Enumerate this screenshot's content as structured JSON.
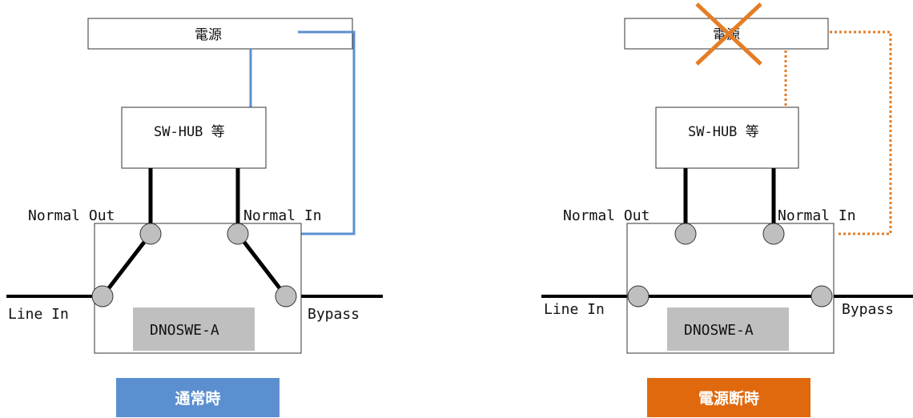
{
  "left": {
    "power_label": "電源",
    "hub_label": "SW-HUB 等",
    "normal_out": "Normal Out",
    "normal_in": "Normal In",
    "line_in": "Line In",
    "bypass": "Bypass",
    "device_label": "DNOSWE-A",
    "state_label": "通常時",
    "state_color": "#5b8fd0",
    "power_line_color": "#5b8fd0"
  },
  "right": {
    "power_label": "電源",
    "hub_label": "SW-HUB 等",
    "normal_out": "Normal Out",
    "normal_in": "Normal In",
    "line_in": "Line In",
    "bypass": "Bypass",
    "device_label": "DNOSWE-A",
    "state_label": "電源断時",
    "state_color": "#e0690e",
    "power_line_color": "#e47d25",
    "cross_color": "#e47d25"
  }
}
